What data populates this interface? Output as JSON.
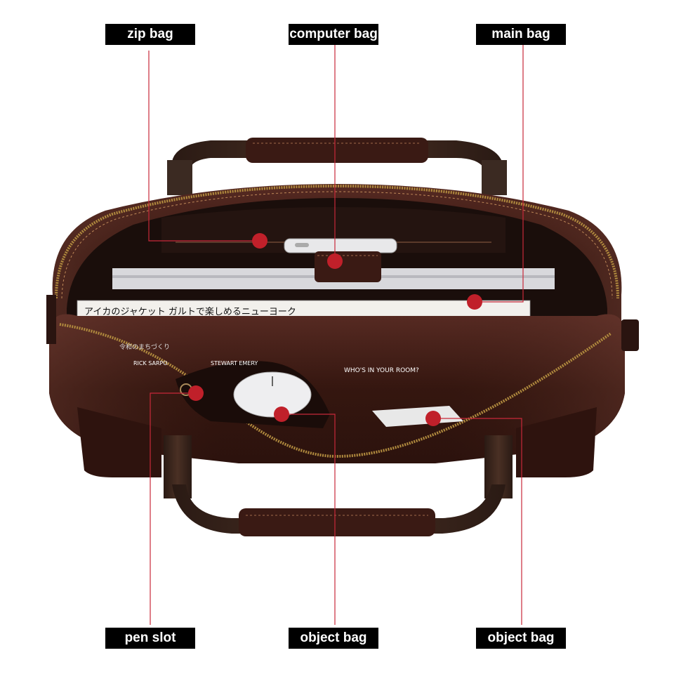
{
  "labels": {
    "top_left": "zip bag",
    "top_center": "computer bag",
    "top_right": "main bag",
    "bottom_left": "pen slot",
    "bottom_center": "object bag",
    "bottom_right": "object bag"
  },
  "book_spines": {
    "spine1": "アイカのジャケット  ガルトで楽しめるニューヨーク",
    "spine2": "令和のまちづくり",
    "spine3": "WHO'S IN YOUR ROOM?",
    "spine4": "STEWART EMERY",
    "spine5": "RICK SARPO"
  },
  "colors": {
    "leather": "#3a1a14",
    "leather_highlight": "#6b3a30",
    "zipper": "#b08a3e",
    "marker": "#c0202a",
    "label_bg": "#000000",
    "label_text": "#ffffff"
  }
}
